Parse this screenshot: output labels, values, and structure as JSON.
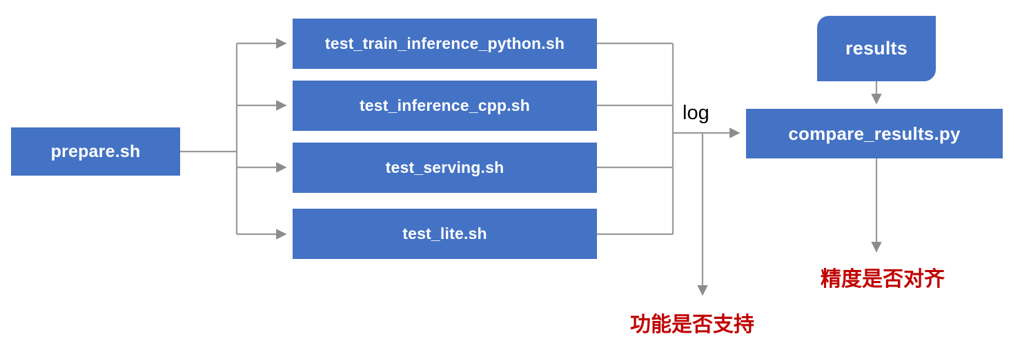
{
  "diagram": {
    "title": "PaddlePaddle TIPC test pipeline flowchart",
    "colors": {
      "node_fill": "#4472C4",
      "node_text": "#FFFFFF",
      "connector": "#9A9A9A",
      "note_text": "#C00000",
      "background": "#FFFFFF"
    },
    "nodes": {
      "prepare": "prepare.sh",
      "test_train_inference_python": "test_train_inference_python.sh",
      "test_inference_cpp": "test_inference_cpp.sh",
      "test_serving": "test_serving.sh",
      "test_lite": "test_lite.sh",
      "results": "results",
      "compare_results": "compare_results.py"
    },
    "edge_labels": {
      "log": "log"
    },
    "notes": {
      "function_supported": "功能是否支持",
      "precision_aligned": "精度是否对齐"
    }
  }
}
